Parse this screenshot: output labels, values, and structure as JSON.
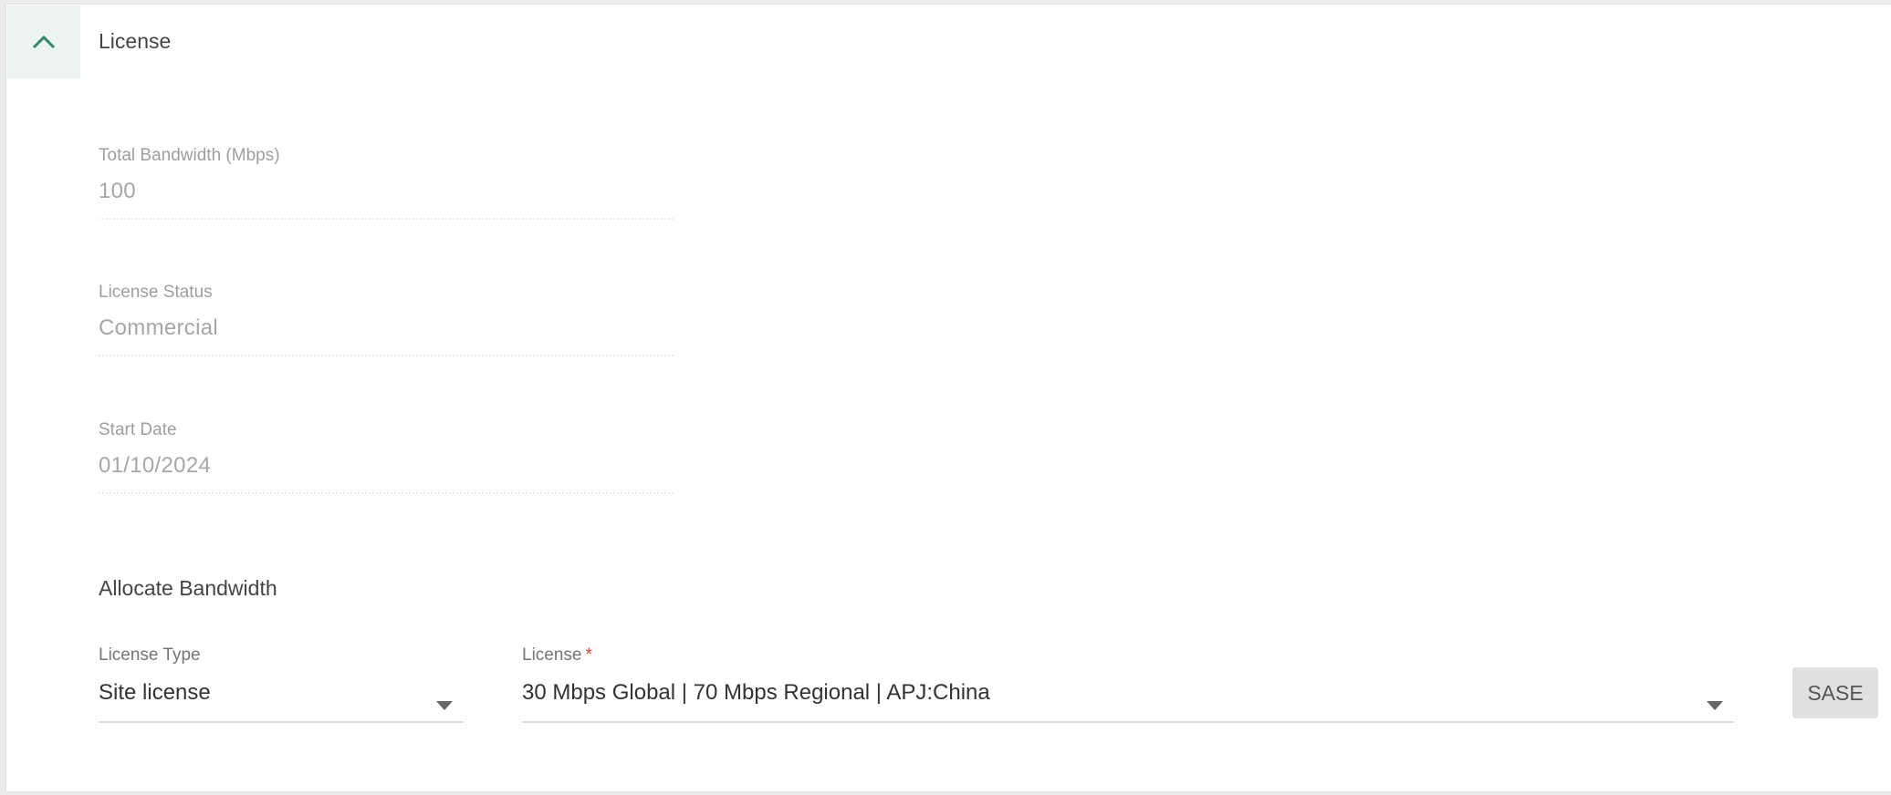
{
  "section": {
    "title": "License",
    "toggle_icon": "chevron-up-icon",
    "expanded": true
  },
  "readonly_fields": [
    {
      "label": "Total Bandwidth (Mbps)",
      "value": "100"
    },
    {
      "label": "License Status",
      "value": "Commercial"
    },
    {
      "label": "Start Date",
      "value": "01/10/2024"
    }
  ],
  "allocate": {
    "heading": "Allocate Bandwidth",
    "license_type": {
      "label": "License Type",
      "value": "Site license",
      "icon": "dropdown-arrow-icon"
    },
    "license": {
      "label": "License",
      "required_marker": "*",
      "value": "30 Mbps Global | 70 Mbps Regional | APJ:China",
      "icon": "dropdown-arrow-icon"
    },
    "sase_button_label": "SASE"
  },
  "colors": {
    "accent": "#2f8a63",
    "toggle_bg": "#edf3f1",
    "required": "#e53935",
    "button_bg": "#e0e0e0"
  }
}
